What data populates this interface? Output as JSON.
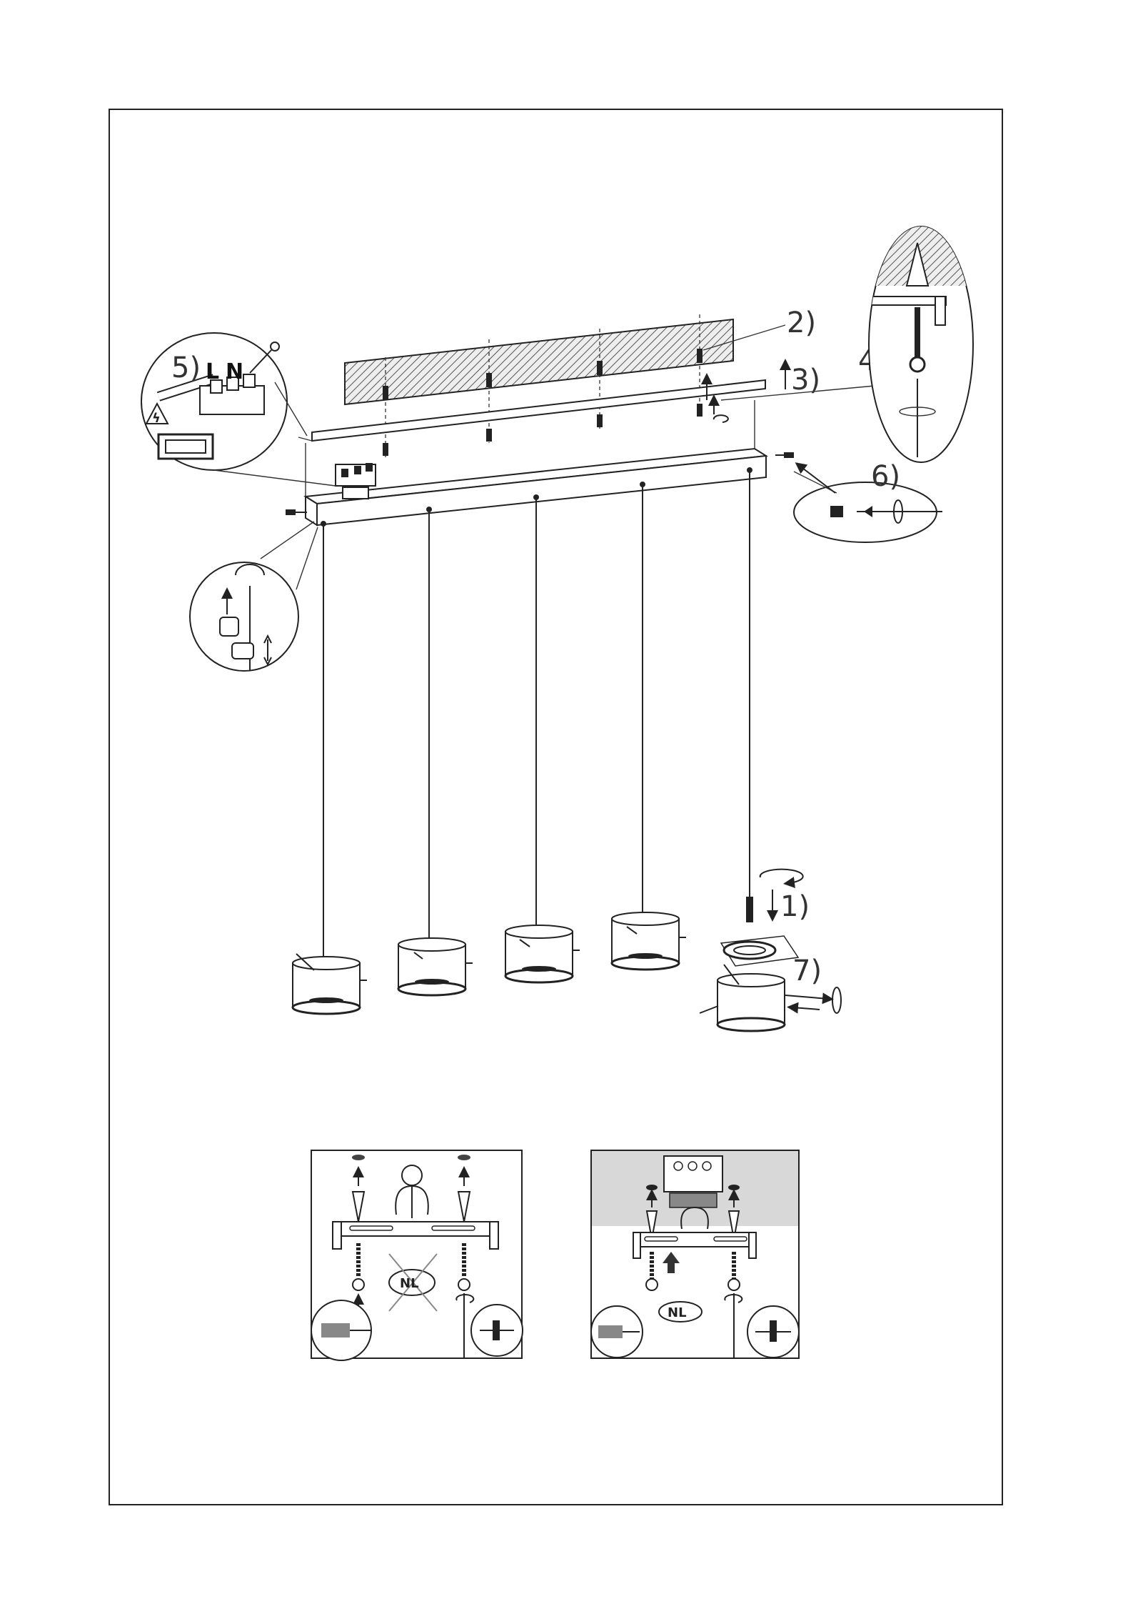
{
  "steps": {
    "s1": "1)",
    "s2": "2)",
    "s3": "3)",
    "s4": "4)",
    "s5": "5)",
    "s6": "6)",
    "s7": "7)"
  },
  "terminal": {
    "live": "L",
    "neutral": "N"
  },
  "panels": {
    "left_badge": "NL",
    "right_badge": "NL"
  },
  "pendant_count": 5
}
